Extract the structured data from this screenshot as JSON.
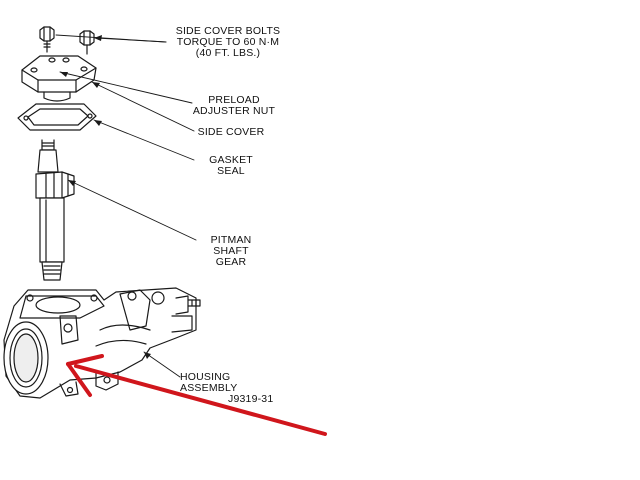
{
  "labels": {
    "side_cover_bolts": [
      "SIDE COVER BOLTS",
      "TORQUE TO 60 N·m",
      "(40 FT. LBS.)"
    ],
    "preload_adjuster_nut": [
      "PRELOAD",
      "ADJUSTER NUT"
    ],
    "side_cover": "SIDE COVER",
    "gasket_seal": "GASKET SEAL",
    "pitman_shaft_gear": [
      "PITMAN SHAFT",
      "GEAR"
    ],
    "housing_assembly": "HOUSING ASSEMBLY",
    "figure_id": "J9319-31"
  },
  "annotation": {
    "arrow_color": "#d0161c",
    "arrow_icon": "red-arrow-icon"
  },
  "colors": {
    "line_art": "#1a1a1a",
    "background": "#ffffff"
  }
}
